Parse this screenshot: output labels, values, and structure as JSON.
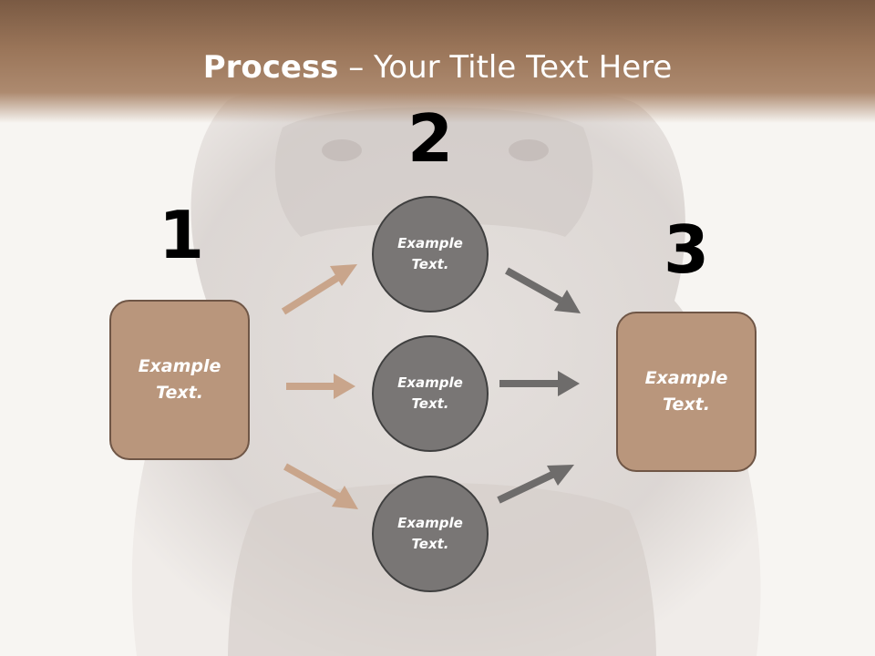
{
  "title": {
    "bold": "Process",
    "rest": " – Your Title Text Here"
  },
  "steps": {
    "one": "1",
    "two": "2",
    "three": "3"
  },
  "left_box": {
    "text": "Example\nText."
  },
  "right_box": {
    "text": "Example\nText."
  },
  "circles": [
    {
      "text": "Example\nText."
    },
    {
      "text": "Example\nText."
    },
    {
      "text": "Example\nText."
    }
  ],
  "colors": {
    "title_bar": "#9a7559",
    "box_fill": "#b9967c",
    "box_border": "#6f5646",
    "circle_fill": "#797675",
    "arrow_left": "#c9a58b",
    "arrow_right": "#6e6c6b"
  }
}
